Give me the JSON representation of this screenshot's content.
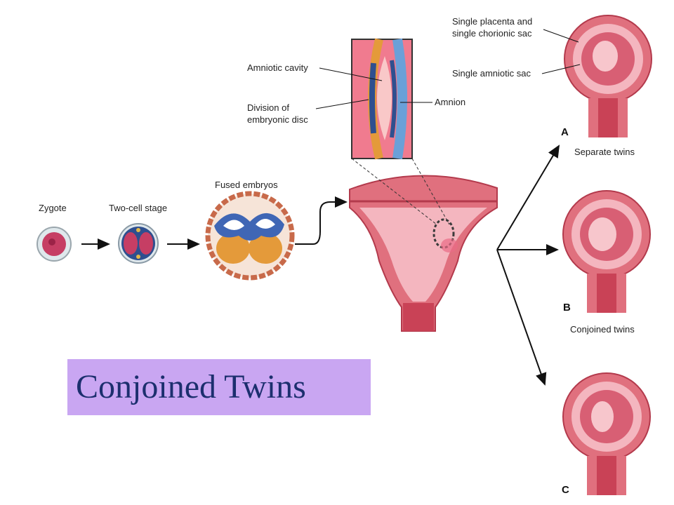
{
  "labels": {
    "zygote": "Zygote",
    "two_cell": "Two-cell stage",
    "fused": "Fused embryos",
    "amniotic_cavity": "Amniotic cavity",
    "division_line1": "Division of",
    "division_line2": "embryonic disc",
    "amnion": "Amnion",
    "placenta_line1": "Single placenta and",
    "placenta_line2": "single chorionic sac",
    "amniotic_sac": "Single amniotic sac",
    "letter_a": "A",
    "separate": "Separate twins",
    "letter_b": "B",
    "conjoined": "Conjoined twins",
    "letter_c": "C"
  },
  "banner": {
    "title": "Conjoined Twins"
  },
  "colors": {
    "uterus": "#e0707e",
    "uterus_dark": "#b33a4c",
    "cavity": "#f4b6bf",
    "blue_cells": "#3f66b5",
    "orange_cells": "#e49a3a",
    "banner_bg": "#c9a6f2",
    "banner_text": "#1c2f6e"
  }
}
